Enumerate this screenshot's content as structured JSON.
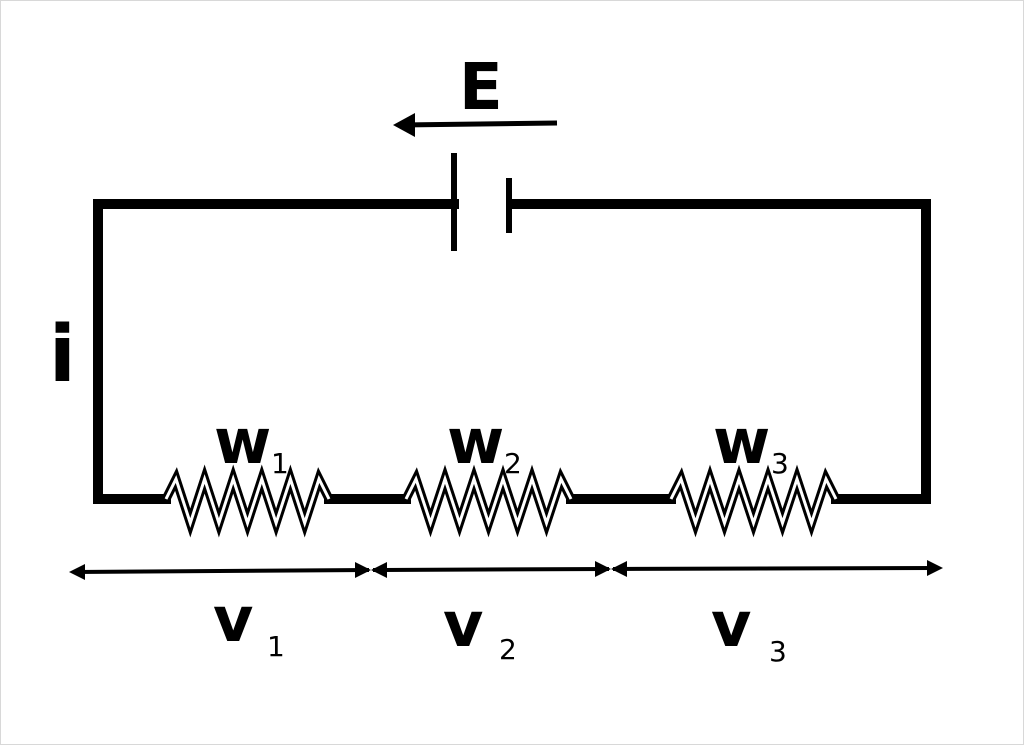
{
  "diagram": {
    "type": "series circuit",
    "emf_label": "E",
    "current_label": "i",
    "resistors": [
      {
        "label": "w",
        "subscript": "1"
      },
      {
        "label": "w",
        "subscript": "2"
      },
      {
        "label": "w",
        "subscript": "3"
      }
    ],
    "voltages": [
      {
        "label": "v",
        "subscript": "1"
      },
      {
        "label": "v",
        "subscript": "2"
      },
      {
        "label": "v",
        "subscript": "3"
      }
    ]
  }
}
